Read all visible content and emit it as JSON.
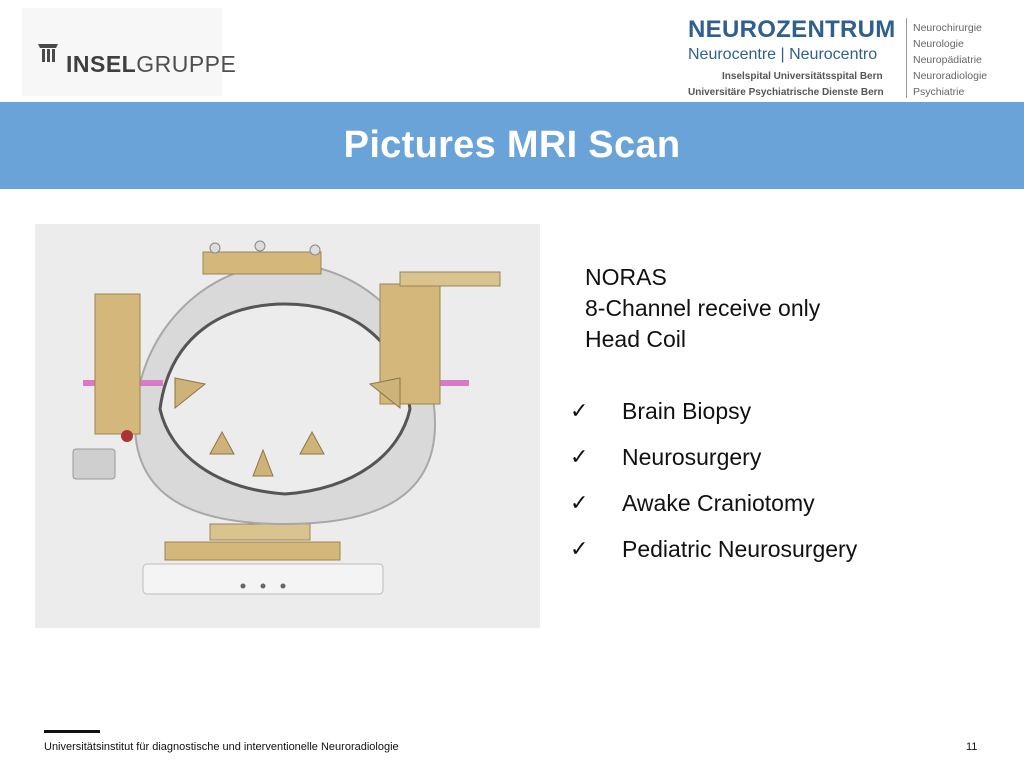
{
  "header": {
    "left_logo": {
      "brand_bold": "INSEL",
      "brand_regular": "GRUPPE",
      "icon": "insel-shield-icon"
    },
    "right_logo": {
      "title": "NEUROZENTRUM",
      "subtitle": "Neurocentre | Neurocentro",
      "line1": "Inselspital Universitätsspital Bern",
      "line2": "Universitäre Psychiatrische Dienste Bern",
      "departments": [
        "Neurochirurgie",
        "Neurologie",
        "Neuropädiatrie",
        "Neuroradiologie",
        "Psychiatrie"
      ]
    }
  },
  "slide": {
    "title": "Pictures MRI Scan",
    "description_lines": [
      "NORAS",
      "8-Channel receive only",
      "Head Coil"
    ],
    "checklist": [
      {
        "mark": "✓",
        "text": "Brain Biopsy"
      },
      {
        "mark": "✓",
        "text": "Neurosurgery"
      },
      {
        "mark": "✓",
        "text": "Awake Craniotomy"
      },
      {
        "mark": "✓",
        "text": "Pediatric Neurosurgery"
      }
    ]
  },
  "footer": {
    "institute": "Universitätsinstitut für diagnostische und interventionelle Neuroradiologie",
    "page_number": "11"
  },
  "colors": {
    "title_bar": "#6aa3d8",
    "neurozentrum_blue": "#2f5f8e",
    "brass": "#d4b77a",
    "coil_grey": "#d9d9d9",
    "accent_pink": "#d979c7"
  }
}
